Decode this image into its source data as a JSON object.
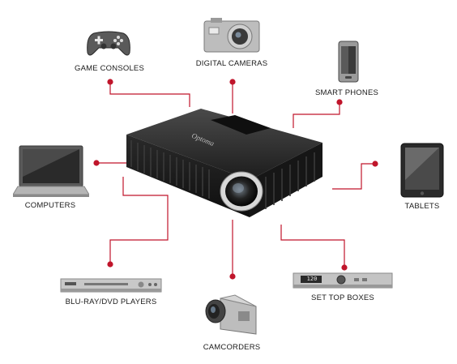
{
  "diagram": {
    "center_device": {
      "brand_text": "Optoma"
    },
    "accent_color": "#c0152b",
    "devices": [
      {
        "id": "game-consoles",
        "label": "GAME CONSOLES",
        "icon": "gamepad-icon"
      },
      {
        "id": "digital-cameras",
        "label": "DIGITAL CAMERAS",
        "icon": "camera-icon"
      },
      {
        "id": "smart-phones",
        "label": "SMART PHONES",
        "icon": "smartphone-icon"
      },
      {
        "id": "computers",
        "label": "COMPUTERS",
        "icon": "laptop-icon"
      },
      {
        "id": "tablets",
        "label": "TABLETS",
        "icon": "tablet-icon"
      },
      {
        "id": "bluray-dvd-players",
        "label": "BLU-RAY/DVD PLAYERS",
        "icon": "dvd-player-icon"
      },
      {
        "id": "set-top-boxes",
        "label": "SET TOP BOXES",
        "icon": "set-top-box-icon",
        "display": "120"
      },
      {
        "id": "camcorders",
        "label": "CAMCORDERS",
        "icon": "camcorder-icon"
      }
    ]
  }
}
